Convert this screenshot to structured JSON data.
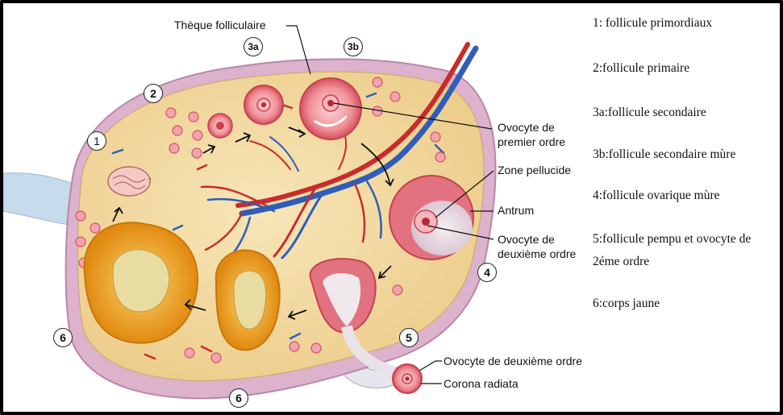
{
  "labels": {
    "theque": "Thèque folliculaire",
    "ovocyte_premier_1": "Ovocyte de",
    "ovocyte_premier_2": "premier ordre",
    "zone_pellucide": "Zone pellucide",
    "antrum": "Antrum",
    "ovocyte_deuxieme_1": "Ovocyte de",
    "ovocyte_deuxieme_2": "deuxième ordre",
    "ovocyte_deuxieme_full": "Ovocyte de deuxième ordre",
    "corona_radiata": "Corona radiata"
  },
  "numbers": {
    "n1": "1",
    "n2": "2",
    "n3a": "3a",
    "n3b": "3b",
    "n4": "4",
    "n5": "5",
    "n6_left": "6",
    "n6_bottom": "6"
  },
  "legend": [
    "1: follicule primordiaux",
    "2:follicule primaire",
    "3a:follicule secondaire",
    "3b:follicule secondaire mùre",
    "4:follicule ovarique mùre",
    "5:follicule pempu et ovocyte de",
    "2éme ordre",
    "6:corps jaune"
  ],
  "colors": {
    "stroma": "#f2d9a0",
    "capsule": "#d9a6c4",
    "follicle": "#e06a7a",
    "corpus_luteum": "#f0a21e",
    "artery": "#c92b2b",
    "vein": "#2f5db8",
    "ligament": "#b9d3e6"
  }
}
